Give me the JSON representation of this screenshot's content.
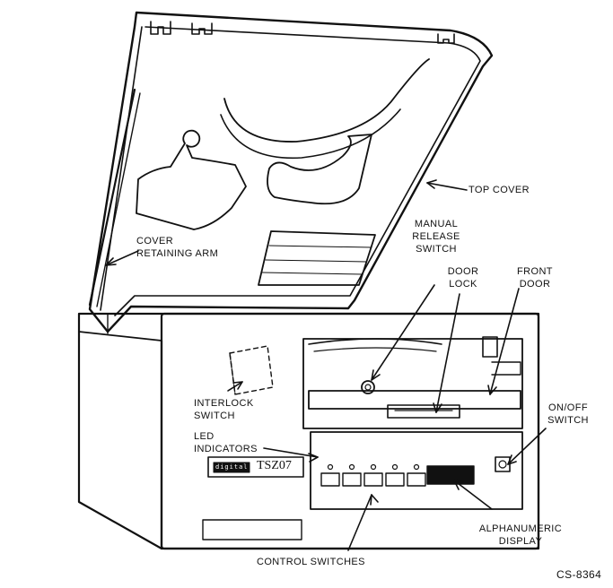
{
  "labels": {
    "top_cover": "TOP COVER",
    "cover_retaining_arm": [
      "COVER",
      "RETAINING ARM"
    ],
    "manual_release_switch": [
      "MANUAL",
      "RELEASE",
      "SWITCH"
    ],
    "door_lock": [
      "DOOR",
      "LOCK"
    ],
    "front_door": [
      "FRONT",
      "DOOR"
    ],
    "interlock_switch": [
      "INTERLOCK",
      "SWITCH"
    ],
    "led_indicators": [
      "LED",
      "INDICATORS"
    ],
    "on_off_switch": [
      "ON/OFF",
      "SWITCH"
    ],
    "alphanumeric_display": [
      "ALPHANUMERIC",
      "DISPLAY"
    ],
    "control_switches": "CONTROL SWITCHES"
  },
  "nameplate": {
    "logo": "digital",
    "model": "TSZ07"
  },
  "figure_id": "CS-8364"
}
